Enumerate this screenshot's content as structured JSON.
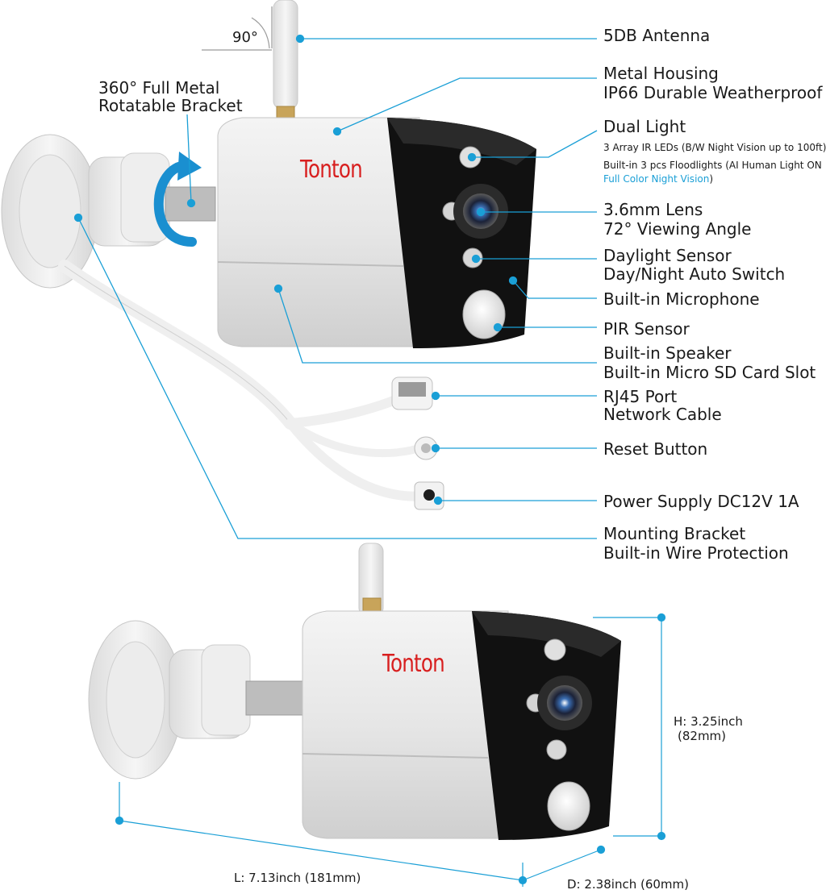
{
  "brand": "Tonton",
  "colors": {
    "accent": "#1a9fd6",
    "brand": "#d81f1f",
    "leader": "#1a9fd6"
  },
  "angle": "90°",
  "bracket_label": [
    "360° Full Metal",
    "Rotatable Bracket"
  ],
  "callouts": {
    "antenna": "5DB Antenna",
    "housing": [
      "Metal Housing",
      "IP66 Durable Weatherproof"
    ],
    "dual_light": {
      "title": "Dual Light",
      "line1": "3 Array IR LEDs (B/W Night Vision up to 100ft)",
      "line2": "Built-in 3 pcs Floodlights (AI Human Light ON",
      "line3_accent": "Full Color Night Vision",
      "line3_end": ")"
    },
    "lens": [
      "3.6mm Lens",
      "72° Viewing Angle"
    ],
    "daylight": [
      "Daylight Sensor",
      "Day/Night Auto Switch"
    ],
    "microphone": "Built-in Microphone",
    "pir": "PIR Sensor",
    "speaker": [
      "Built-in Speaker",
      "Built-in Micro SD Card Slot"
    ],
    "rj45": [
      "RJ45 Port",
      "Network Cable"
    ],
    "reset": "Reset Button",
    "power": "Power Supply DC12V 1A",
    "mount": [
      "Mounting Bracket",
      "Built-in Wire Protection"
    ]
  },
  "dimensions": {
    "height": [
      "H: 3.25inch",
      "(82mm)"
    ],
    "length": "L: 7.13inch (181mm)",
    "depth": "D: 2.38inch (60mm)"
  }
}
